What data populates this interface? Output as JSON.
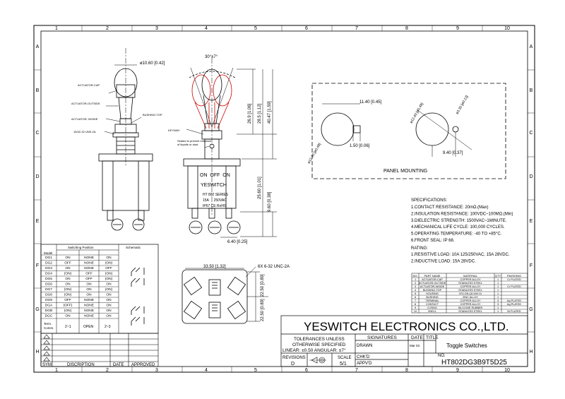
{
  "grid": {
    "cols": [
      "1",
      "2",
      "3",
      "4",
      "5",
      "6",
      "7",
      "8",
      "9",
      "10"
    ],
    "rows": [
      "A",
      "B",
      "C",
      "D",
      "E",
      "F",
      "G",
      "H"
    ]
  },
  "side_view": {
    "dia": "ø10.60 [0.42]",
    "labels": [
      "ACTUATOR-CAP",
      "ACTUATOR-OUTSIDE",
      "ACTUATOR- INSIDE",
      "BUSHING-TOP",
      "15/32-32 UNS-2A"
    ]
  },
  "front_view": {
    "angle": "30°±7°",
    "keyway": "KEYWAY",
    "seal_note_1": "Sealed to prevent entrance",
    "seal_note_2": "of liquids or dust.",
    "positions": "ON  OFF  ON",
    "brand": "YESWITCH",
    "series": "HT 802 SERIES",
    "rating": "15A     250VAC",
    "ip": "IP67 CE RoHS",
    "dim_h1": "26.9 [1.06]",
    "dim_h2": "28.5 [1.12]",
    "dim_h3": "40.47 [1.59]",
    "dim_t1": "25.60 [1.01]",
    "dim_t2": "9.60 [0.38]",
    "dim_w": "6.40 [0.25]"
  },
  "panel": {
    "dim_a": "11.40 [0.45]",
    "dim_b": "1.50 [0.06]",
    "dim_c": "ø12.40 [ø0.49]",
    "dim_d": "ø12.40 [ø0.49]",
    "dim_e": "ø3.30 [ø0.13]",
    "dim_f": "9.40 [0.37]",
    "title": "PANEL MOUNTING"
  },
  "specs": {
    "title": "SPECIFICATIONS:",
    "lines": [
      "1.CONTACT RESISTANCE: 20mΩ.(Max)",
      "2.INSULATION RESISTANCE: 100VDC~100MΩ.(Min)",
      "3.DIELECTRIC STRENGTH: 1500VAC~1MINUTE.",
      "4.MECHANICAL LIFE CYCLE: 100,000 CYCLES.",
      "5.OPERATING TEMPERATURE: -40 TO +85°C.",
      "6.FRONT SEAL: IP 68."
    ]
  },
  "rating": {
    "title": "RATING:",
    "lines": [
      "1.RESISTIVE LOAD: 10A 125/250VAC, 15A 28VDC.",
      "2.INDUCTIVE LOAD: 15A 28VDC."
    ]
  },
  "bottom_view": {
    "dim_w": "33.50 [1.32]",
    "thread": "6X 6-32 UNC-2A",
    "dim_h1": "22.50 [0.89]",
    "dim_h2": "22.50 [0.89]"
  },
  "switch_table": {
    "header_sw": "Switching Position",
    "header_sch": "Schematic",
    "header_model": "Model",
    "rows": [
      [
        "DG1",
        "ON",
        "NONE",
        "ON"
      ],
      [
        "DG2",
        "OFF",
        "NONE",
        "(ON)"
      ],
      [
        "DG3",
        "ON",
        "NONE",
        "OFF"
      ],
      [
        "DG4",
        "(ON)",
        "OFF",
        "(ON)"
      ],
      [
        "DG5",
        "ON",
        "OFF",
        "(ON)"
      ],
      [
        "DG6",
        "ON",
        "ON",
        "ON"
      ],
      [
        "DG7",
        "(ON)",
        "ON",
        "(ON)"
      ],
      [
        "DG8",
        "(ON)",
        "ON",
        "ON"
      ],
      [
        "DG9",
        "OFF",
        "NONE",
        "ON"
      ],
      [
        "DGA",
        "(OFF)",
        "NONE",
        "ON"
      ],
      [
        "DGB",
        "(ON)",
        "NONE",
        "ON"
      ],
      [
        "DGC",
        "ON",
        "NONE",
        "ON"
      ]
    ],
    "term_label_1": "Term.",
    "term_label_2": "Comm.",
    "term_values": [
      "2~1",
      "OPEN",
      "2~3"
    ]
  },
  "parts_table": {
    "headers": [
      "NO.",
      "PART NAME",
      "MATERIAL",
      "QTY",
      "FINISHING"
    ],
    "rows": [
      [
        "1",
        "ACTUATOR-CAP",
        "COPPER ALLOY",
        "1",
        "Cr PLATED"
      ],
      [
        "2",
        "ACTUATOR-OUTSIDE",
        "STAINLESS STEEL",
        "1",
        ""
      ],
      [
        "3",
        "ACTUATOR-INSIDE",
        "COPPER ALLOY",
        "1",
        "Cr PLATED"
      ],
      [
        "4",
        "BUSHING-TOP",
        "STAINLESS STEEL",
        "1",
        ""
      ],
      [
        "5",
        "HOUSING",
        "NYLON (UL94V-0)",
        "1",
        ""
      ],
      [
        "6",
        "BUSHING",
        "ZINC ALLOY",
        "1",
        ""
      ],
      [
        "7",
        "TERMINAL",
        "COPPER ALLOY",
        "3",
        "Ag PLATED"
      ],
      [
        "8",
        "CONTACT",
        "COPPER ALLOY",
        "3",
        "Ag PLATED"
      ],
      [
        "9",
        "O-RING",
        "SILICONE RUBBER",
        "1",
        ""
      ],
      [
        "10",
        "SHELL",
        "STAINLESS STEEL",
        "1",
        "Ni PLATED"
      ]
    ]
  },
  "title_block": {
    "company": "YESWITCH ELECTRONICS CO.,LTD.",
    "tol_1": "TOLERANCES UNLESS",
    "tol_2": "OTHERWISE SPECIFIED",
    "tol_3": "LINEAR: ±0.50 ANGULAR: ±7°",
    "revisions": "REVISIONS",
    "rev_val": "D",
    "scale": "SCALE",
    "scale_val": "5/1",
    "signatures": "SIGNATURES",
    "date": "DATE",
    "title_lbl": "TITLE",
    "title_val": "Toggle Switches",
    "drawn": "DRAWN",
    "drawn_date": "Mar 03",
    "chkd": "CHK'D",
    "appvd": "APPV'D",
    "no_lbl": "NO.",
    "part_no": "HT802DG3B9T5D25"
  },
  "rev_block": {
    "sym": "SYM",
    "description": "DISCRIPTION",
    "date": "DATE",
    "approved": "APPROVED"
  }
}
